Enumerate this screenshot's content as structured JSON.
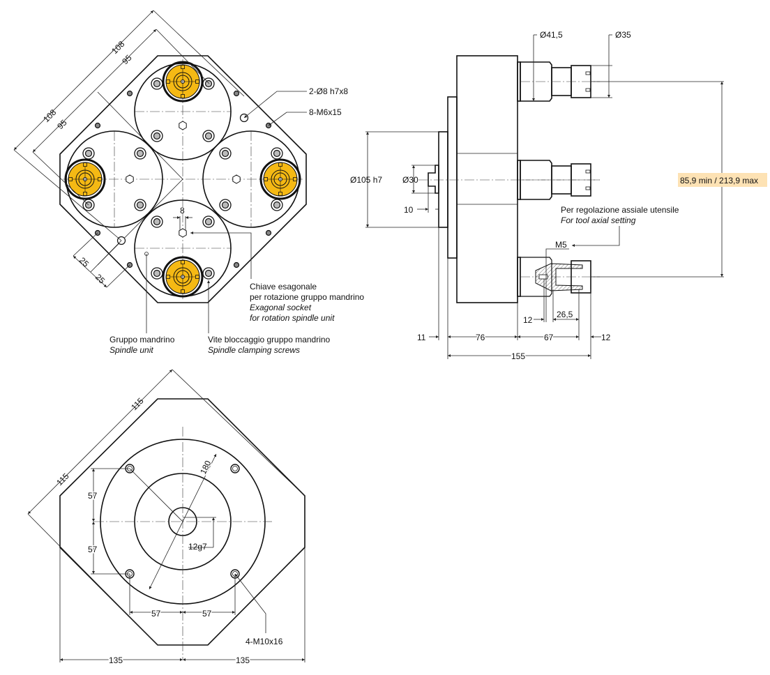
{
  "colors": {
    "collet": "#f5b914",
    "highlight": "#fde2b4",
    "line": "#111111"
  },
  "top_view": {
    "dim_outer_diag_1": "108",
    "dim_inner_diag_1": "95",
    "dim_outer_diag_2": "108",
    "dim_inner_diag_2": "95",
    "dim_offset_1": "25",
    "dim_offset_2": "25",
    "dim_hex": "8",
    "callout_pins": "2-Ø8 h7x8",
    "callout_holes": "8-M6x15",
    "hex_socket_it_1": "Chiave esagonale",
    "hex_socket_it_2": "per rotazione gruppo mandrino",
    "hex_socket_en_1": "Exagonal socket",
    "hex_socket_en_2": "for rotation spindle unit",
    "spindle_unit_it": "Gruppo mandrino",
    "spindle_unit_en": "Spindle unit",
    "clamp_screws_it": "Vite bloccaggio gruppo mandrino",
    "clamp_screws_en": "Spindle clamping screws"
  },
  "side_view": {
    "dim_shank_dia": "Ø41,5",
    "dim_nut_dia": "Ø35",
    "dim_pilot_dia": "Ø105 h7",
    "dim_plug_dia": "Ø30",
    "dim_plug_len": "10",
    "dim_range": "85,9 min / 213,9 max",
    "axial_note_it": "Per regolazione assiale utensile",
    "axial_note_en": "For tool axial setting",
    "thread": "M5",
    "dim_12a": "12",
    "dim_26_5": "26,5",
    "dim_11": "11",
    "dim_76": "76",
    "dim_67": "67",
    "dim_12b": "12",
    "dim_155": "155"
  },
  "bottom_view": {
    "dim_115a": "115",
    "dim_115b": "115",
    "dim_180": "180",
    "dim_57_top": "57",
    "dim_57_bottom": "57",
    "dim_bore": "12g7",
    "dim_57_left": "57",
    "dim_57_right": "57",
    "callout_threads": "4-M10x16",
    "dim_135_left": "135",
    "dim_135_right": "135"
  }
}
